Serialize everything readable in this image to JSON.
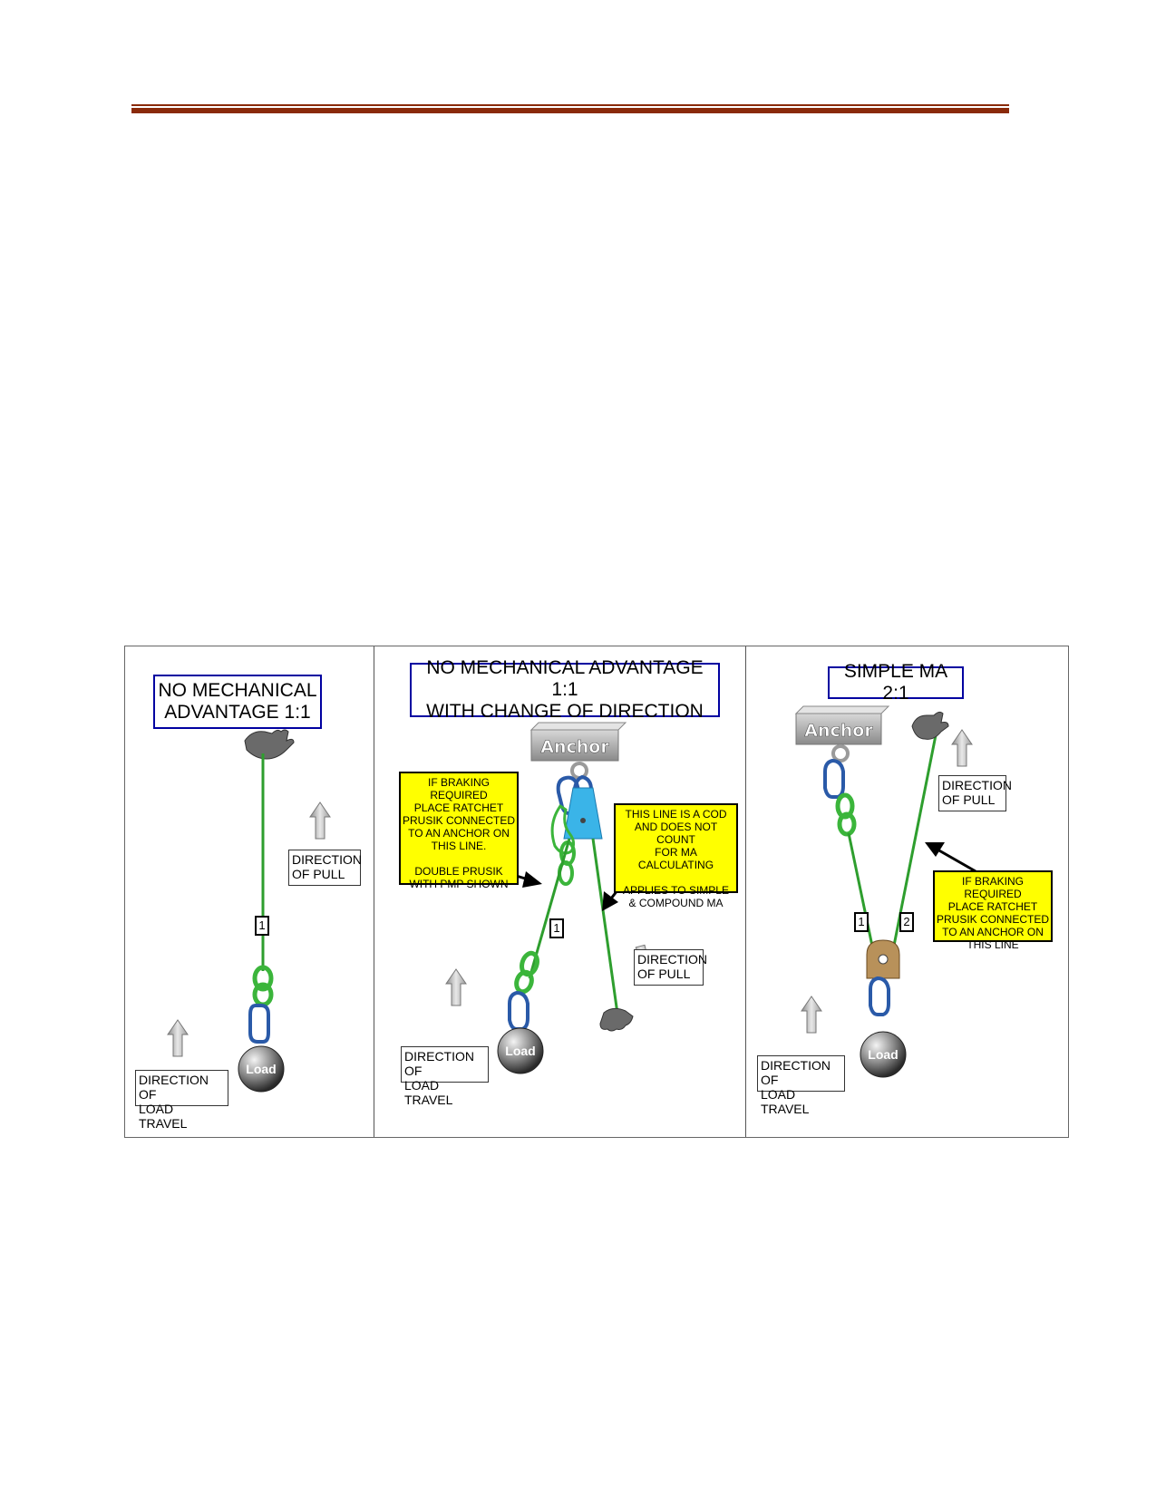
{
  "panel1": {
    "title": "NO MECHANICAL\nADVANTAGE 1:1",
    "direction_pull": "DIRECTION\nOF PULL",
    "direction_load": "DIRECTION OF\nLOAD TRAVEL",
    "line_1": "1",
    "load": "Load"
  },
  "panel2": {
    "title": "NO MECHANICAL ADVANTAGE 1:1\nWITH CHANGE OF DIRECTION",
    "anchor": "Anchor",
    "note_braking": "IF BRAKING REQUIRED\nPLACE  RATCHET\nPRUSIK CONNECTED\nTO AN ANCHOR ON\nTHIS LINE.\n\nDOUBLE PRUSIK\nWITH PMP SHOWN",
    "note_cod": "THIS LINE IS  A COD\nAND DOES NOT COUNT\nFOR MA CALCULATING\n\nAPPLIES TO SIMPLE\n& COMPOUND MA",
    "direction_pull": "DIRECTION\nOF PULL",
    "direction_load": "DIRECTION OF\nLOAD TRAVEL",
    "line_1": "1",
    "load": "Load"
  },
  "panel3": {
    "title": "SIMPLE MA 2:1",
    "anchor": "Anchor",
    "direction_pull": "DIRECTION\nOF PULL",
    "note_braking": "IF BRAKING REQUIRED\nPLACE  RATCHET\nPRUSIK CONNECTED\nTO AN ANCHOR ON\nTHIS LINE",
    "direction_load": "DIRECTION OF\nLOAD TRAVEL",
    "line_1": "1",
    "line_2": "2",
    "load": "Load"
  },
  "colors": {
    "rule": "#8a2a0a",
    "rope": "#2e9e2e",
    "title_border": "#0000a0",
    "note_fill": "#ffff00",
    "carabiner": "#2a5aa8",
    "pulley_blue": "#3ab4e8",
    "pulley_bronze": "#b8915a"
  }
}
